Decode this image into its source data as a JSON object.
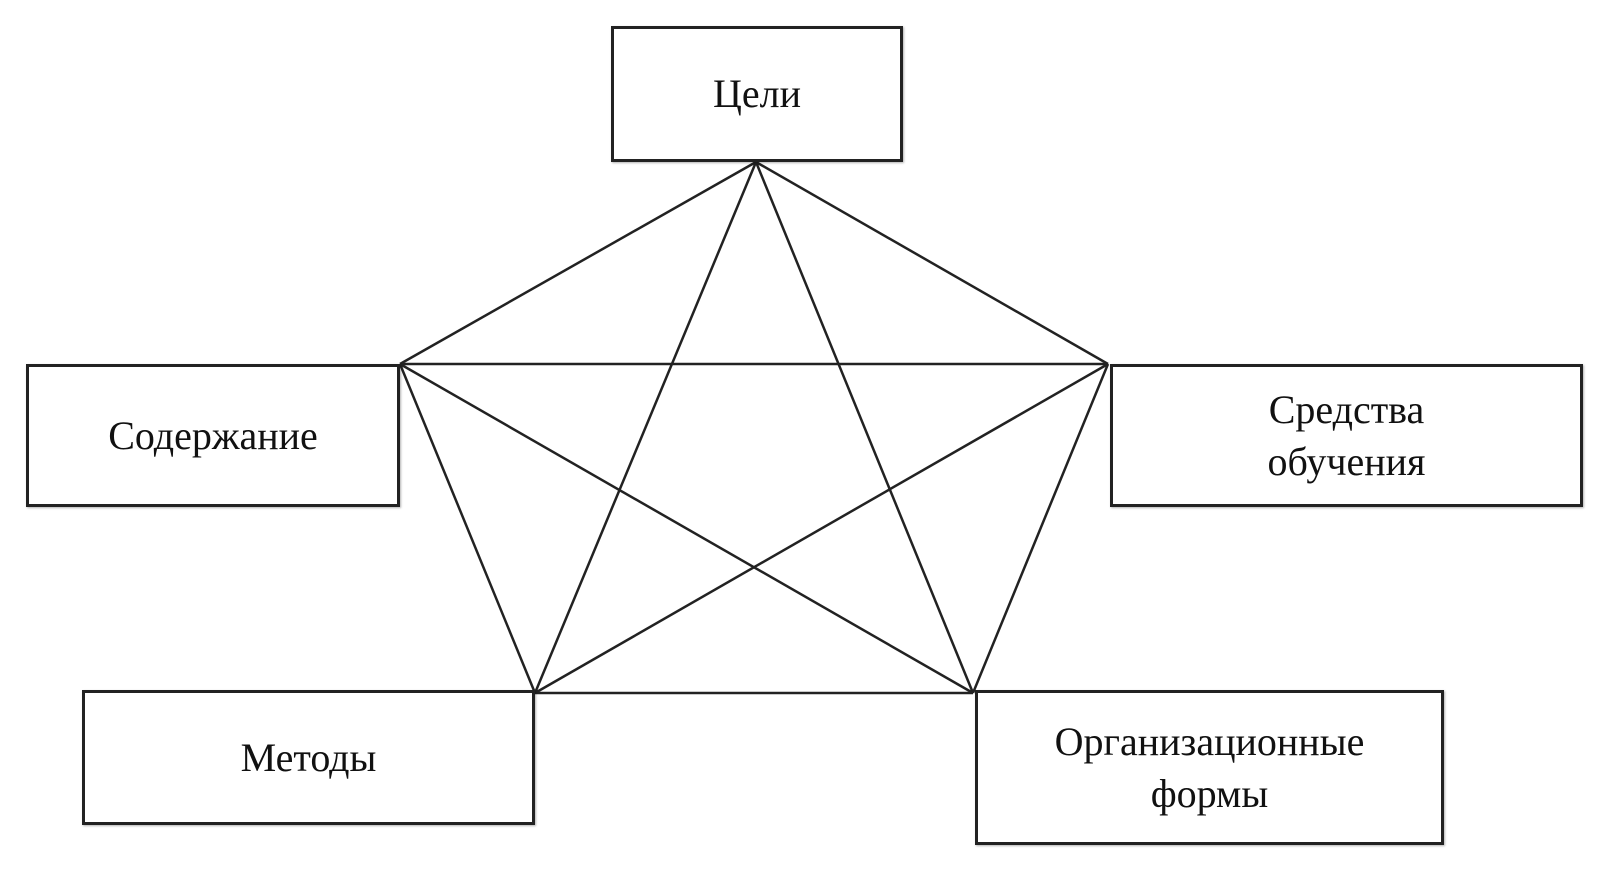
{
  "nodes": {
    "goals": "Цели",
    "content": "Содержание",
    "means": "Средства\nобучения",
    "methods": "Методы",
    "forms": "Организационные\nформы"
  },
  "edges": [
    [
      "goals",
      "content"
    ],
    [
      "goals",
      "means"
    ],
    [
      "goals",
      "methods"
    ],
    [
      "goals",
      "forms"
    ],
    [
      "content",
      "means"
    ],
    [
      "content",
      "methods"
    ],
    [
      "content",
      "forms"
    ],
    [
      "means",
      "methods"
    ],
    [
      "means",
      "forms"
    ],
    [
      "methods",
      "forms"
    ]
  ]
}
